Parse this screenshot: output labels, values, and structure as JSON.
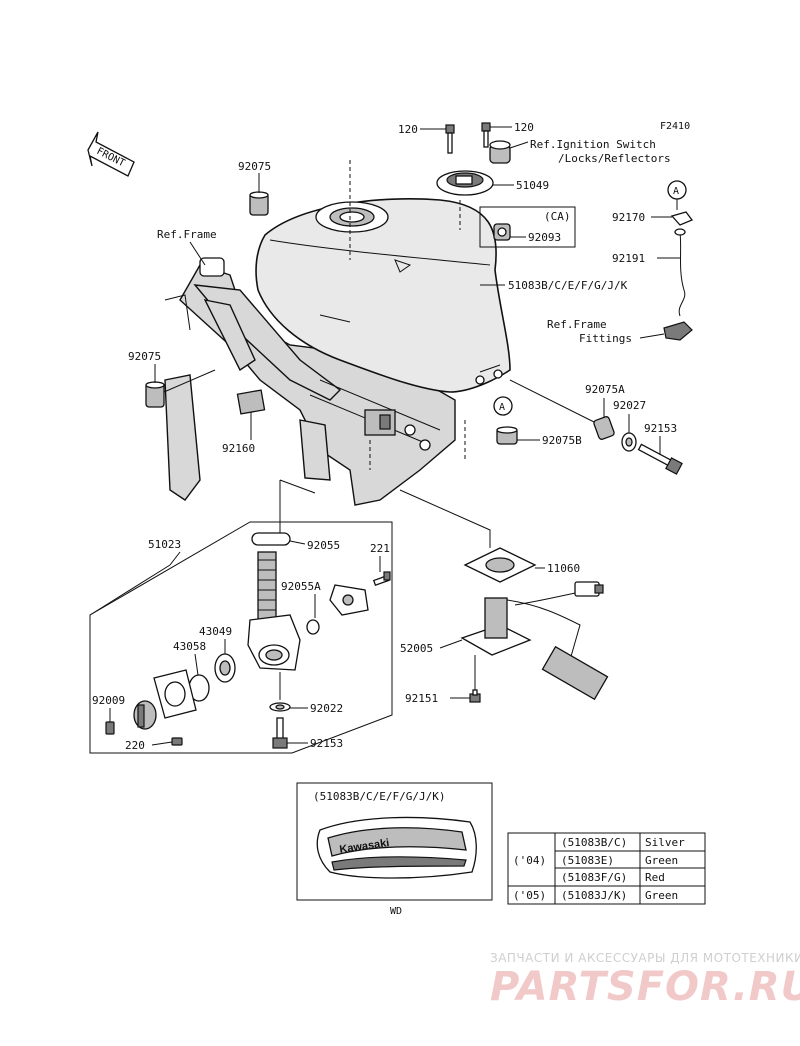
{
  "figure_code": "F2410",
  "front_label": "FRONT",
  "labels": {
    "p120a": "120",
    "p120b": "120",
    "ref_ignition_1": "Ref.Ignition Switch",
    "ref_ignition_2": "/Locks/Reflectors",
    "p51049": "51049",
    "p92075_top": "92075",
    "ref_frame": "Ref.Frame",
    "ca": "(CA)",
    "p92093": "92093",
    "circle_a_top": "A",
    "p92170": "92170",
    "p92191": "92191",
    "p51083": "51083B/C/E/F/G/J/K",
    "ref_frame_fit_1": "Ref.Frame",
    "ref_frame_fit_2": "Fittings",
    "p92075_left": "92075",
    "p92075a": "92075A",
    "p92027": "92027",
    "circle_a_mid": "A",
    "p92153_right": "92153",
    "p92075b": "92075B",
    "p92160": "92160",
    "p51023": "51023",
    "p92055": "92055",
    "p221": "221",
    "p92055a": "92055A",
    "p43049": "43049",
    "p43058": "43058",
    "p11060": "11060",
    "p52005": "52005",
    "p92009": "92009",
    "p92022": "92022",
    "p92151": "92151",
    "p220": "220",
    "p92153_bottom": "92153",
    "inset_title": "(51083B/C/E/F/G/J/K)",
    "inset_logo": "Kawasaki",
    "wd": "WD"
  },
  "color_table": {
    "rows": [
      {
        "year": "('04)",
        "part": "(51083B/C)",
        "color": "Silver"
      },
      {
        "year": "",
        "part": "(51083E)",
        "color": "Green"
      },
      {
        "year": "",
        "part": "(51083F/G)",
        "color": "Red"
      },
      {
        "year": "('05)",
        "part": "(51083J/K)",
        "color": "Green"
      }
    ]
  },
  "watermark": {
    "top": "ЗАПЧАСТИ И АКСЕССУАРЫ ДЛЯ МОТОТЕХНИКИ",
    "brand": "PARTSFOR.RU"
  },
  "colors": {
    "ink": "#111111",
    "watermark_red": "#f1c9c9",
    "watermark_grey": "#cfcfcf"
  }
}
